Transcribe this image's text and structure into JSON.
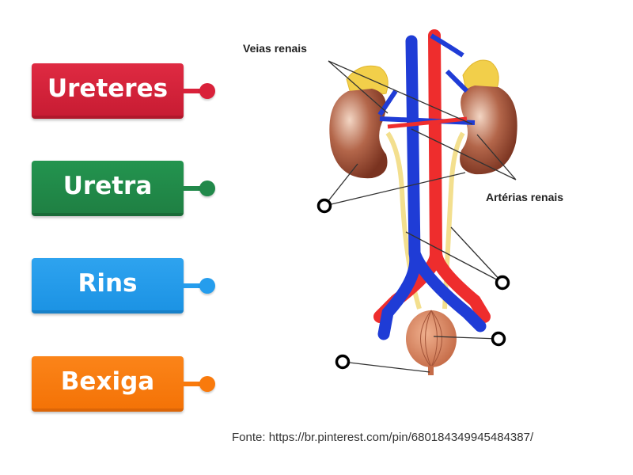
{
  "tiles": [
    {
      "label": "Ureteres",
      "color": "#d9213a",
      "dark": "#b81a2e"
    },
    {
      "label": "Uretra",
      "color": "#21894a",
      "dark": "#1b6f3c"
    },
    {
      "label": "Rins",
      "color": "#259ded",
      "dark": "#1785d0"
    },
    {
      "label": "Bexiga",
      "color": "#f97a0c",
      "dark": "#e0680a"
    }
  ],
  "diagram": {
    "label_veins": "Veias renais",
    "label_arteries": "Artérias renais"
  },
  "source": "Fonte: https://br.pinterest.com/pin/680184349945484387/"
}
